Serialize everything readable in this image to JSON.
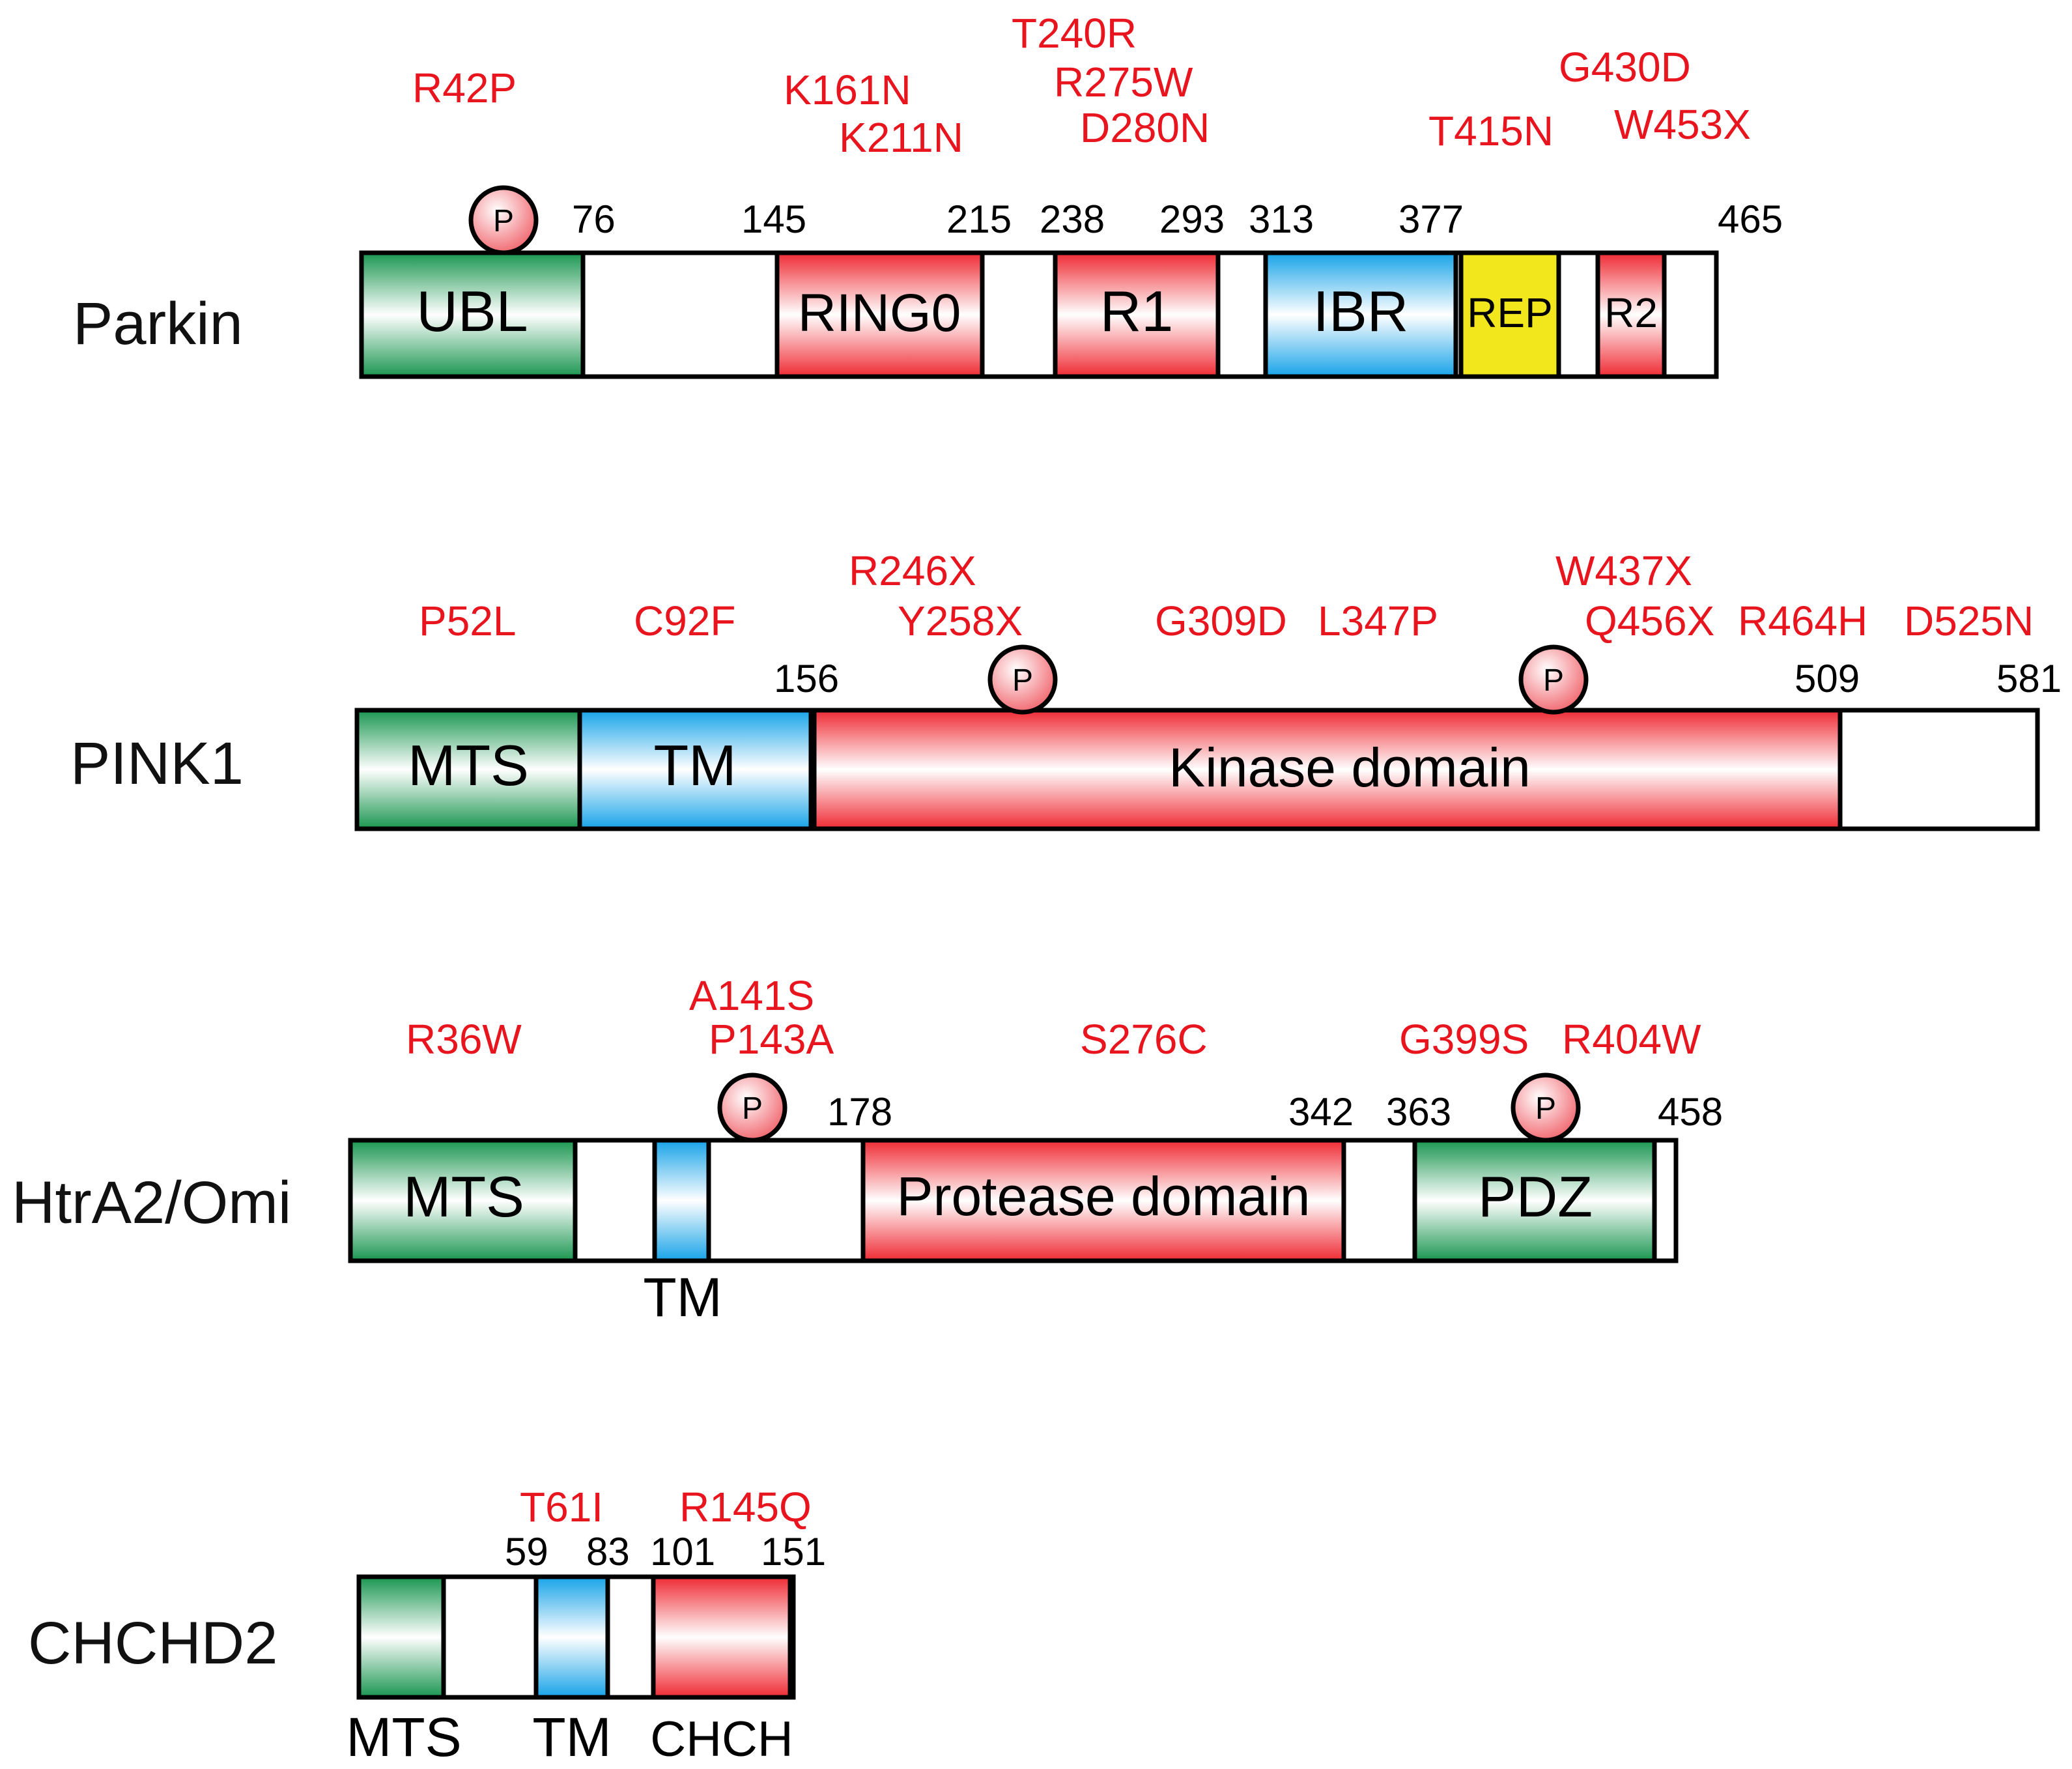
{
  "colors": {
    "mutation": "#e8141e",
    "outline": "#000000",
    "green": "#1a9650",
    "red": "#ef2a33",
    "blue": "#17a3e8",
    "yellow": "#f2e61c",
    "phospho_fill": "#f58a8a"
  },
  "phospho_label": "P",
  "proteins": [
    {
      "name": "Parkin",
      "numbers": [
        "76",
        "145",
        "215",
        "238",
        "293",
        "313",
        "377",
        "465"
      ],
      "domains": [
        {
          "label": "UBL",
          "color": "green"
        },
        {
          "label": "RING0",
          "color": "red"
        },
        {
          "label": "R1",
          "color": "red"
        },
        {
          "label": "IBR",
          "color": "blue"
        },
        {
          "label": "REP",
          "color": "yellow"
        },
        {
          "label": "R2",
          "color": "red"
        }
      ],
      "mutations": [
        "R42P",
        "K161N",
        "K211N",
        "T240R",
        "R275W",
        "D280N",
        "T415N",
        "G430D",
        "W453X"
      ],
      "phospho_sites": 1
    },
    {
      "name": "PINK1",
      "numbers": [
        "156",
        "509",
        "581"
      ],
      "domains": [
        {
          "label": "MTS",
          "color": "green"
        },
        {
          "label": "TM",
          "color": "blue"
        },
        {
          "label": "Kinase domain",
          "color": "red"
        }
      ],
      "mutations": [
        "P52L",
        "C92F",
        "R246X",
        "Y258X",
        "G309D",
        "L347P",
        "W437X",
        "Q456X",
        "R464H",
        "D525N"
      ],
      "phospho_sites": 2
    },
    {
      "name": "HtrA2/Omi",
      "numbers": [
        "178",
        "342",
        "363",
        "458"
      ],
      "domains": [
        {
          "label": "MTS",
          "color": "green"
        },
        {
          "label": "TM",
          "color": "blue"
        },
        {
          "label": "Protease domain",
          "color": "red"
        },
        {
          "label": "PDZ",
          "color": "green"
        }
      ],
      "mutations": [
        "R36W",
        "A141S",
        "P143A",
        "S276C",
        "G399S",
        "R404W"
      ],
      "phospho_sites": 2
    },
    {
      "name": "CHCHD2",
      "numbers": [
        "59",
        "83",
        "101",
        "151"
      ],
      "domains": [
        {
          "label": "MTS",
          "color": "green"
        },
        {
          "label": "TM",
          "color": "blue"
        },
        {
          "label": "CHCH",
          "color": "red"
        }
      ],
      "mutations": [
        "T61I",
        "R145Q"
      ],
      "phospho_sites": 0
    }
  ]
}
